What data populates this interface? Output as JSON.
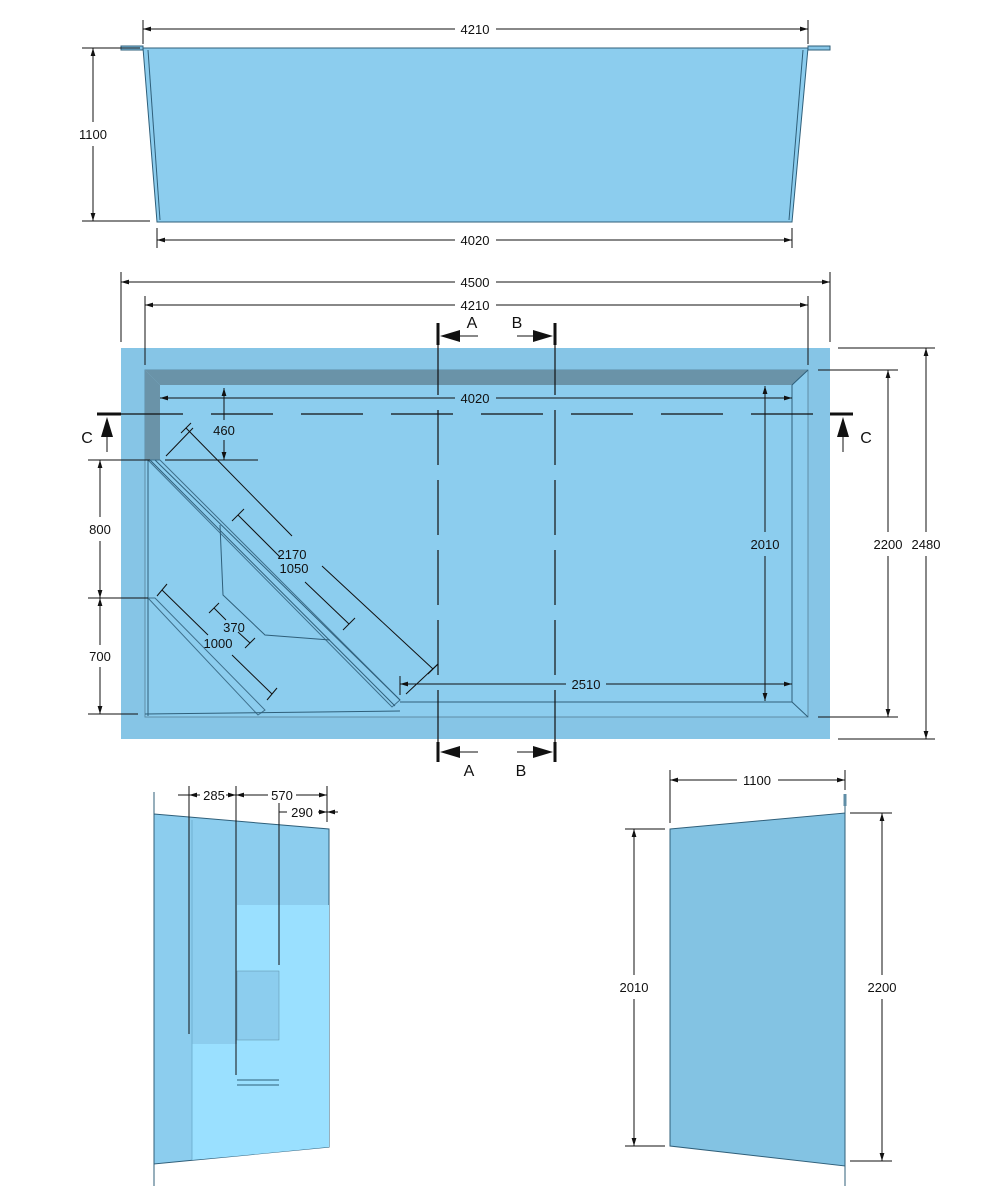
{
  "colors": {
    "pool_fill": "#8ccdee",
    "pool_outer": "#86c5e6",
    "pool_dark": "#6a93a8",
    "step_light": "#9ae0ff",
    "side_fill": "#83c3e3",
    "line": "#111111"
  },
  "elevation_top": {
    "top_width": "4210",
    "height": "1100",
    "bottom_width": "4020"
  },
  "plan": {
    "overall_width": "4500",
    "top_width": "4210",
    "inner_width": "4020",
    "overall_depth": "2480",
    "depth": "2200",
    "inner_depth": "2010",
    "step_offset": "460",
    "diagonal_long": "2170",
    "diagonal_mid": "1050",
    "diagonal_short": "1000",
    "step_small": "370",
    "left_upper": "800",
    "left_lower": "700",
    "flat_length": "2510"
  },
  "sections": {
    "a": "A",
    "b": "B",
    "c": "C"
  },
  "section_view": {
    "step1": "285",
    "step2": "570",
    "step3": "290"
  },
  "side_view": {
    "top_width": "1100",
    "inner_height": "2010",
    "height": "2200"
  }
}
